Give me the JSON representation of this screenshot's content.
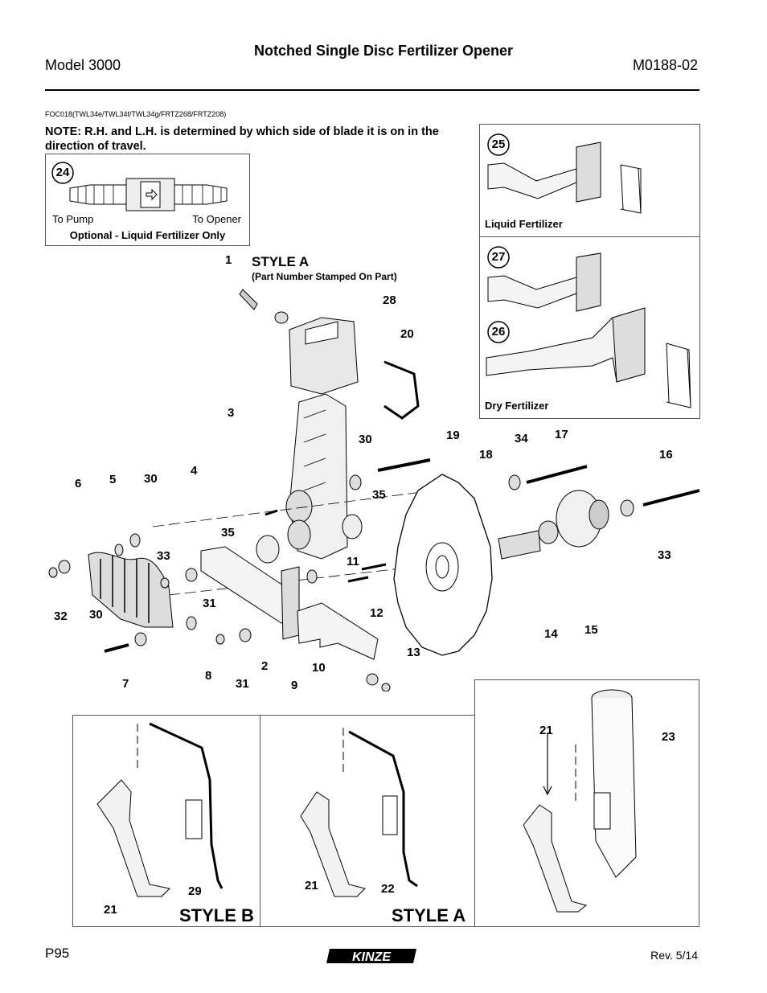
{
  "header": {
    "title": "Notched Single Disc Fertilizer Opener",
    "model": "Model 3000",
    "doc_number": "M0188-02"
  },
  "reference_code": "FOC018(TWL34e/TWL34f/TWL34g/FRTZ268/FRTZ208)",
  "note": "NOTE: R.H. and L.H. is determined by which side of blade it is on in the direction of travel.",
  "inset_check_valve": {
    "callout": "24",
    "left_label": "To Pump",
    "right_label": "To Opener",
    "caption": "Optional - Liquid Fertilizer Only"
  },
  "inset_fertilizer": {
    "liquid_label": "Liquid Fertilizer",
    "dry_label": "Dry Fertilizer",
    "callouts": [
      "25",
      "27",
      "26"
    ]
  },
  "style_a_top": {
    "label": "STYLE A",
    "sub_label": "(Part Number Stamped On Part)"
  },
  "main_callouts": [
    "1",
    "28",
    "20",
    "3",
    "19",
    "18",
    "34",
    "17",
    "16",
    "30",
    "35",
    "4",
    "6",
    "5",
    "30",
    "33",
    "35",
    "33",
    "11",
    "12",
    "13",
    "14",
    "15",
    "31",
    "32",
    "30",
    "7",
    "8",
    "31",
    "2",
    "9",
    "10"
  ],
  "bottom_panels": {
    "style_b_label": "STYLE B",
    "style_a_label": "STYLE A",
    "style_b_callouts": [
      "29",
      "21"
    ],
    "style_a_callouts": [
      "21",
      "22"
    ],
    "tube_callouts": [
      "21",
      "23"
    ]
  },
  "footer": {
    "page": "P95",
    "brand": "KINZE",
    "revision": "Rev. 5/14"
  }
}
